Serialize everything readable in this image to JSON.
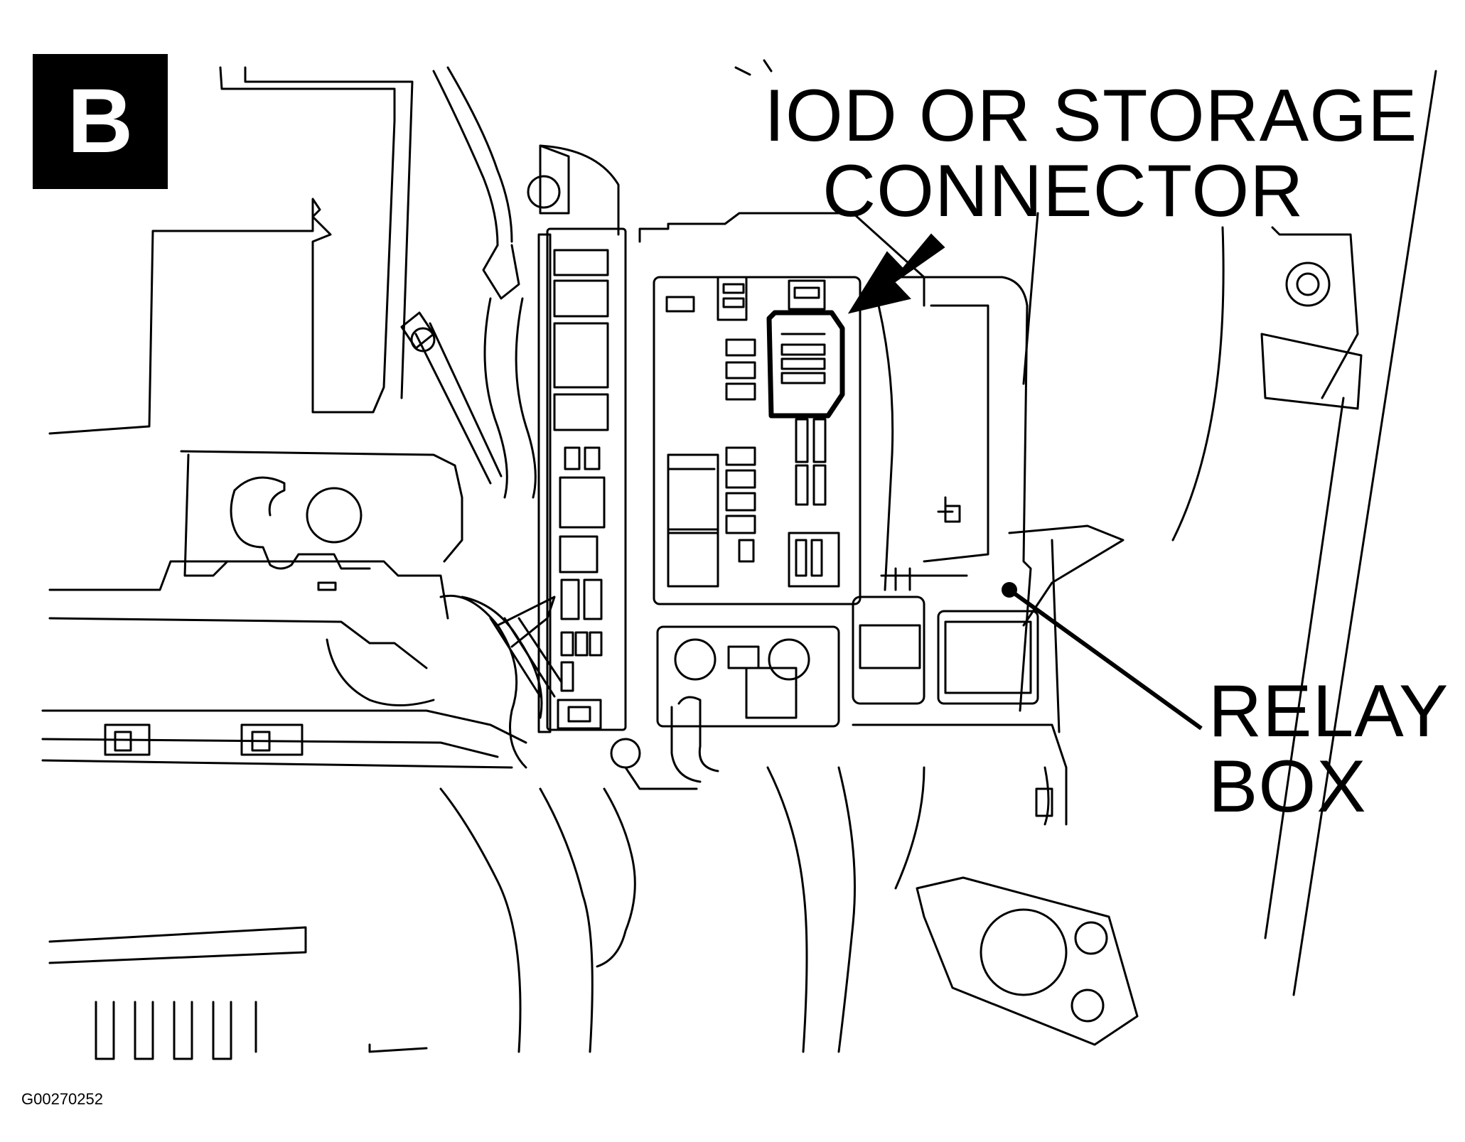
{
  "diagram": {
    "panel_label": "B",
    "callouts": {
      "iod_connector": {
        "line1": "IOD OR STORAGE",
        "line2": "CONNECTOR"
      },
      "relay_box": {
        "line1": "RELAY",
        "line2": "BOX"
      }
    },
    "figure_id": "G00270252",
    "colors": {
      "ink": "#000000",
      "paper": "#ffffff"
    }
  }
}
